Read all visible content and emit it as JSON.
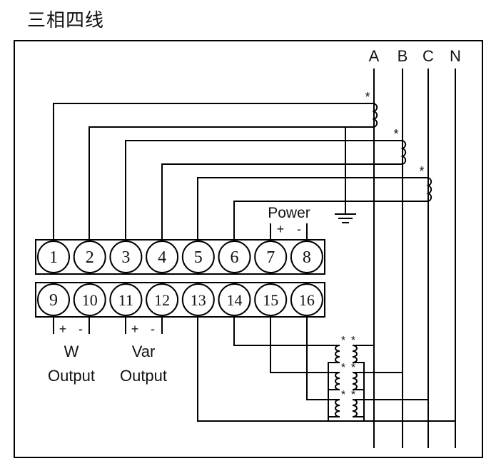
{
  "title": "三相四线",
  "phases": [
    "A",
    "B",
    "C",
    "N"
  ],
  "terminals_top": [
    "1",
    "2",
    "3",
    "4",
    "5",
    "6",
    "7",
    "8"
  ],
  "terminals_bottom": [
    "9",
    "10",
    "11",
    "12",
    "13",
    "14",
    "15",
    "16"
  ],
  "power": {
    "label": "Power",
    "plus": "+",
    "minus": "-"
  },
  "w_output": {
    "line1": "W",
    "line2": "Output",
    "plus": "+",
    "minus": "-"
  },
  "var_output": {
    "line1": "Var",
    "line2": "Output",
    "plus": "+",
    "minus": "-"
  },
  "polarity_mark": "*"
}
